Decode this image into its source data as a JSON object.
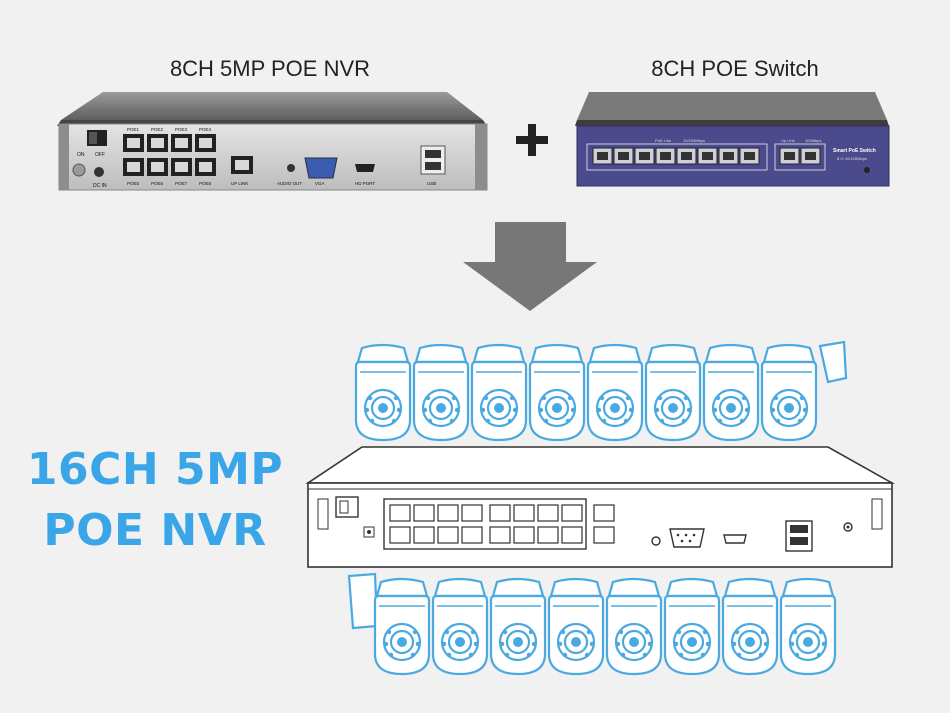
{
  "top_left": {
    "title": "8CH 5MP POE NVR",
    "power_labels": [
      "ON",
      "OFF"
    ],
    "dc_label": "DC IN",
    "poe_top": [
      "POE1",
      "POE2",
      "POE3",
      "POE4"
    ],
    "poe_bottom": [
      "POE5",
      "POE6",
      "POE7",
      "POE8"
    ],
    "uplink_label": "UP LINK",
    "audio_label": "AUDIO OUT",
    "vga_label": "VGA",
    "hd_label": "HD PORT",
    "usb_label": "USB"
  },
  "plus_sign": "+",
  "top_right": {
    "title": "8CH POE Switch",
    "poe_link_label": "PoE Link",
    "speed_label": "10/100Mbps",
    "uplink_label": "Up Link",
    "uplink_speed": "100Mbps",
    "brand_label": "Smart PoE Switch",
    "sub_label": "8+2 10/100Mbps"
  },
  "result": {
    "line1": "16CH 5MP",
    "line2": "POE NVR"
  },
  "colors": {
    "accent_blue": "#3aa6e8",
    "camera_blue": "#4aa9e0",
    "arrow_gray": "#777777",
    "switch_purple": "#4a4a8c"
  },
  "icons": {
    "arrow": "down-arrow-icon",
    "plus": "plus-icon",
    "camera": "ptz-camera-icon"
  }
}
